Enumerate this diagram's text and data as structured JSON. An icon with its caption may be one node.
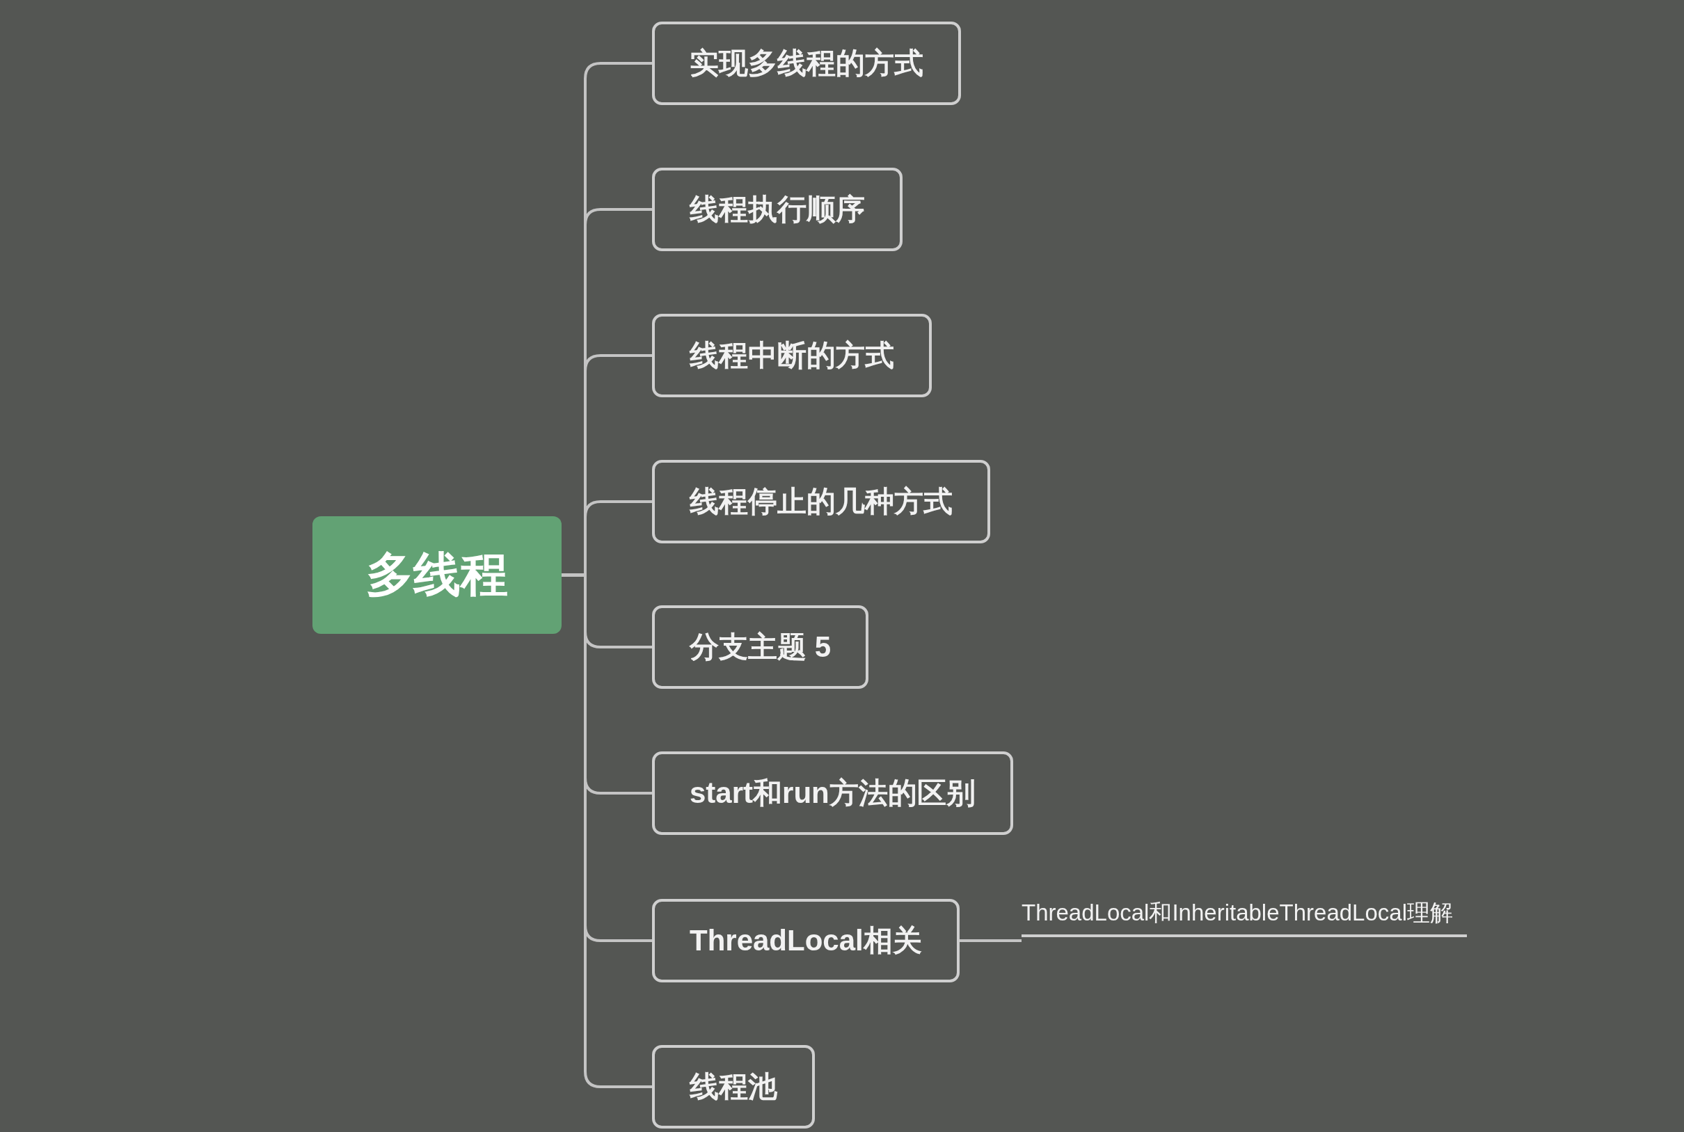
{
  "diagram": {
    "nodes": [
      {
        "text": [
          "多线程"
        ]
      },
      {
        "text": [
          "实现多线程的方式"
        ]
      },
      {
        "text": [
          "线程执行顺序"
        ]
      },
      {
        "text": [
          "线程中断的方式"
        ]
      },
      {
        "text": [
          "线程停止的几种方式"
        ]
      },
      {
        "text": [
          "分支主题 5"
        ]
      },
      {
        "text": [
          "start和run方法的区别"
        ]
      },
      {
        "text": [
          "ThreadLocal相关"
        ]
      },
      {
        "text": [
          "线程池"
        ]
      },
      {
        "text": [
          "ThreadLocal和InheritableThreadLocal理解"
        ]
      }
    ],
    "edges": [
      {
        "from": 0,
        "to": 1,
        "arrow": "none"
      },
      {
        "from": 0,
        "to": 2,
        "arrow": "none"
      },
      {
        "from": 0,
        "to": 3,
        "arrow": "none"
      },
      {
        "from": 0,
        "to": 4,
        "arrow": "none"
      },
      {
        "from": 0,
        "to": 5,
        "arrow": "none"
      },
      {
        "from": 0,
        "to": 6,
        "arrow": "none"
      },
      {
        "from": 0,
        "to": 7,
        "arrow": "none"
      },
      {
        "from": 0,
        "to": 8,
        "arrow": "none"
      },
      {
        "from": 7,
        "to": 9,
        "arrow": "none"
      }
    ]
  }
}
